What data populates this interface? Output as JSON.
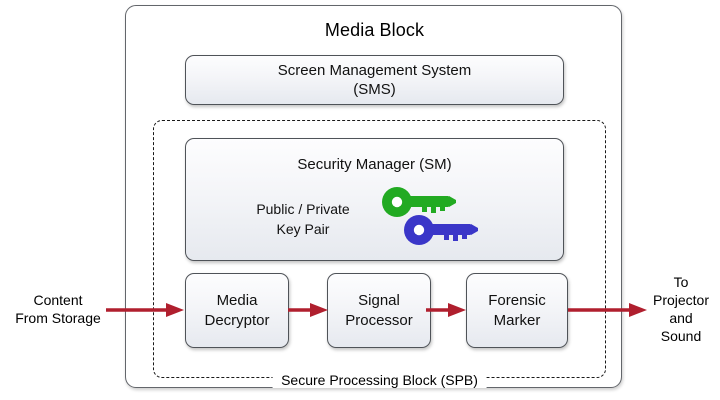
{
  "diagram": {
    "title": "Media Block",
    "outer_block_name": "Media Block",
    "sms": {
      "line1": "Screen Management System",
      "line2": "(SMS)"
    },
    "secure_processing_block": {
      "label": "Secure Processing Block (SPB)",
      "security_manager": {
        "title": "Security Manager (SM)",
        "keypair_line1": "Public / Private",
        "keypair_line2": "Key Pair",
        "keys": [
          {
            "name": "public-key",
            "color": "#22aa22"
          },
          {
            "name": "private-key",
            "color": "#3a36c8"
          }
        ]
      },
      "pipeline": [
        {
          "line1": "Media",
          "line2": "Decryptor"
        },
        {
          "line1": "Signal",
          "line2": "Processor"
        },
        {
          "line1": "Forensic",
          "line2": "Marker"
        }
      ]
    },
    "input_label": {
      "line1": "Content",
      "line2": "From Storage"
    },
    "output_label": {
      "line1": "To",
      "line2": "Projector",
      "line3": "and",
      "line4": "Sound"
    },
    "colors": {
      "arrow": "#b01f2e",
      "panel_border": "#4f5358",
      "outer_border": "#63666b",
      "dashed_border": "#1a1a1a",
      "panel_fill_top": "#fdfdfe",
      "panel_fill_bottom": "#e6e9ef",
      "text": "#000000"
    }
  }
}
